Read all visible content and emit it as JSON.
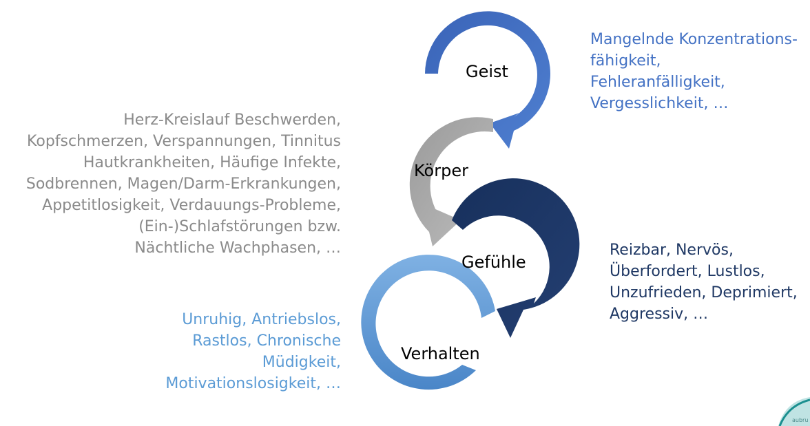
{
  "stages": {
    "geist": "Geist",
    "koerper": "Körper",
    "gefuehle": "Gefühle",
    "verhalten": "Verhalten"
  },
  "descriptions": {
    "geist": [
      "Mangelnde Konzentrations-",
      "fähigkeit,",
      "Fehleranfälligkeit,",
      "Vergesslichkeit, …"
    ],
    "koerper": [
      "Herz-Kreislauf Beschwerden,",
      "Kopfschmerzen, Verspannungen, Tinnitus",
      "Hautkrankheiten, Häufige Infekte,",
      "Sodbrennen, Magen/Darm-Erkrankungen,",
      "Appetitlosigkeit, Verdauungs-Probleme,",
      "(Ein-)Schlafstörungen bzw.",
      "Nächtliche Wachphasen, …"
    ],
    "gefuehle": [
      "Reizbar, Nervös,",
      "Überfordert, Lustlos,",
      "Unzufrieden, Deprimiert,",
      "Aggressiv, …"
    ],
    "verhalten": [
      "Unruhig, Antriebslos,",
      "Rastlos, Chronische",
      "Müdigkeit,",
      "Motivationslosigkeit, …"
    ]
  },
  "colors": {
    "geist": "#4472c4",
    "koerper": "#a6a6a6",
    "gefuehle": "#1f3864",
    "verhalten": "#5b9bd5"
  },
  "logo_text": "aubru"
}
